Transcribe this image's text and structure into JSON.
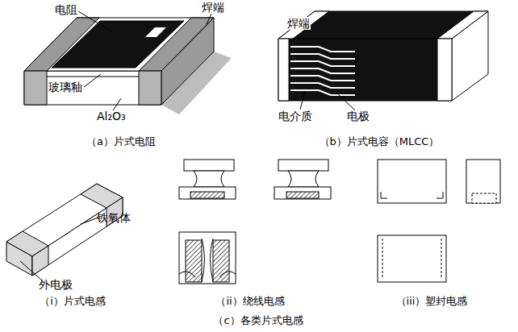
{
  "diagram": {
    "labels": [
      "电阻",
      "焊端",
      "玻璃釉",
      "Al₂O₃",
      "（a）片式电阻",
      "焊端",
      "电介质",
      "电极",
      "（b）片式电容（MLCC）",
      "铁氧体",
      "外电极",
      "（i）片式电感",
      "（ii）绕线电感",
      "（iii）塑封电感",
      "（c）各类片式电感"
    ]
  }
}
